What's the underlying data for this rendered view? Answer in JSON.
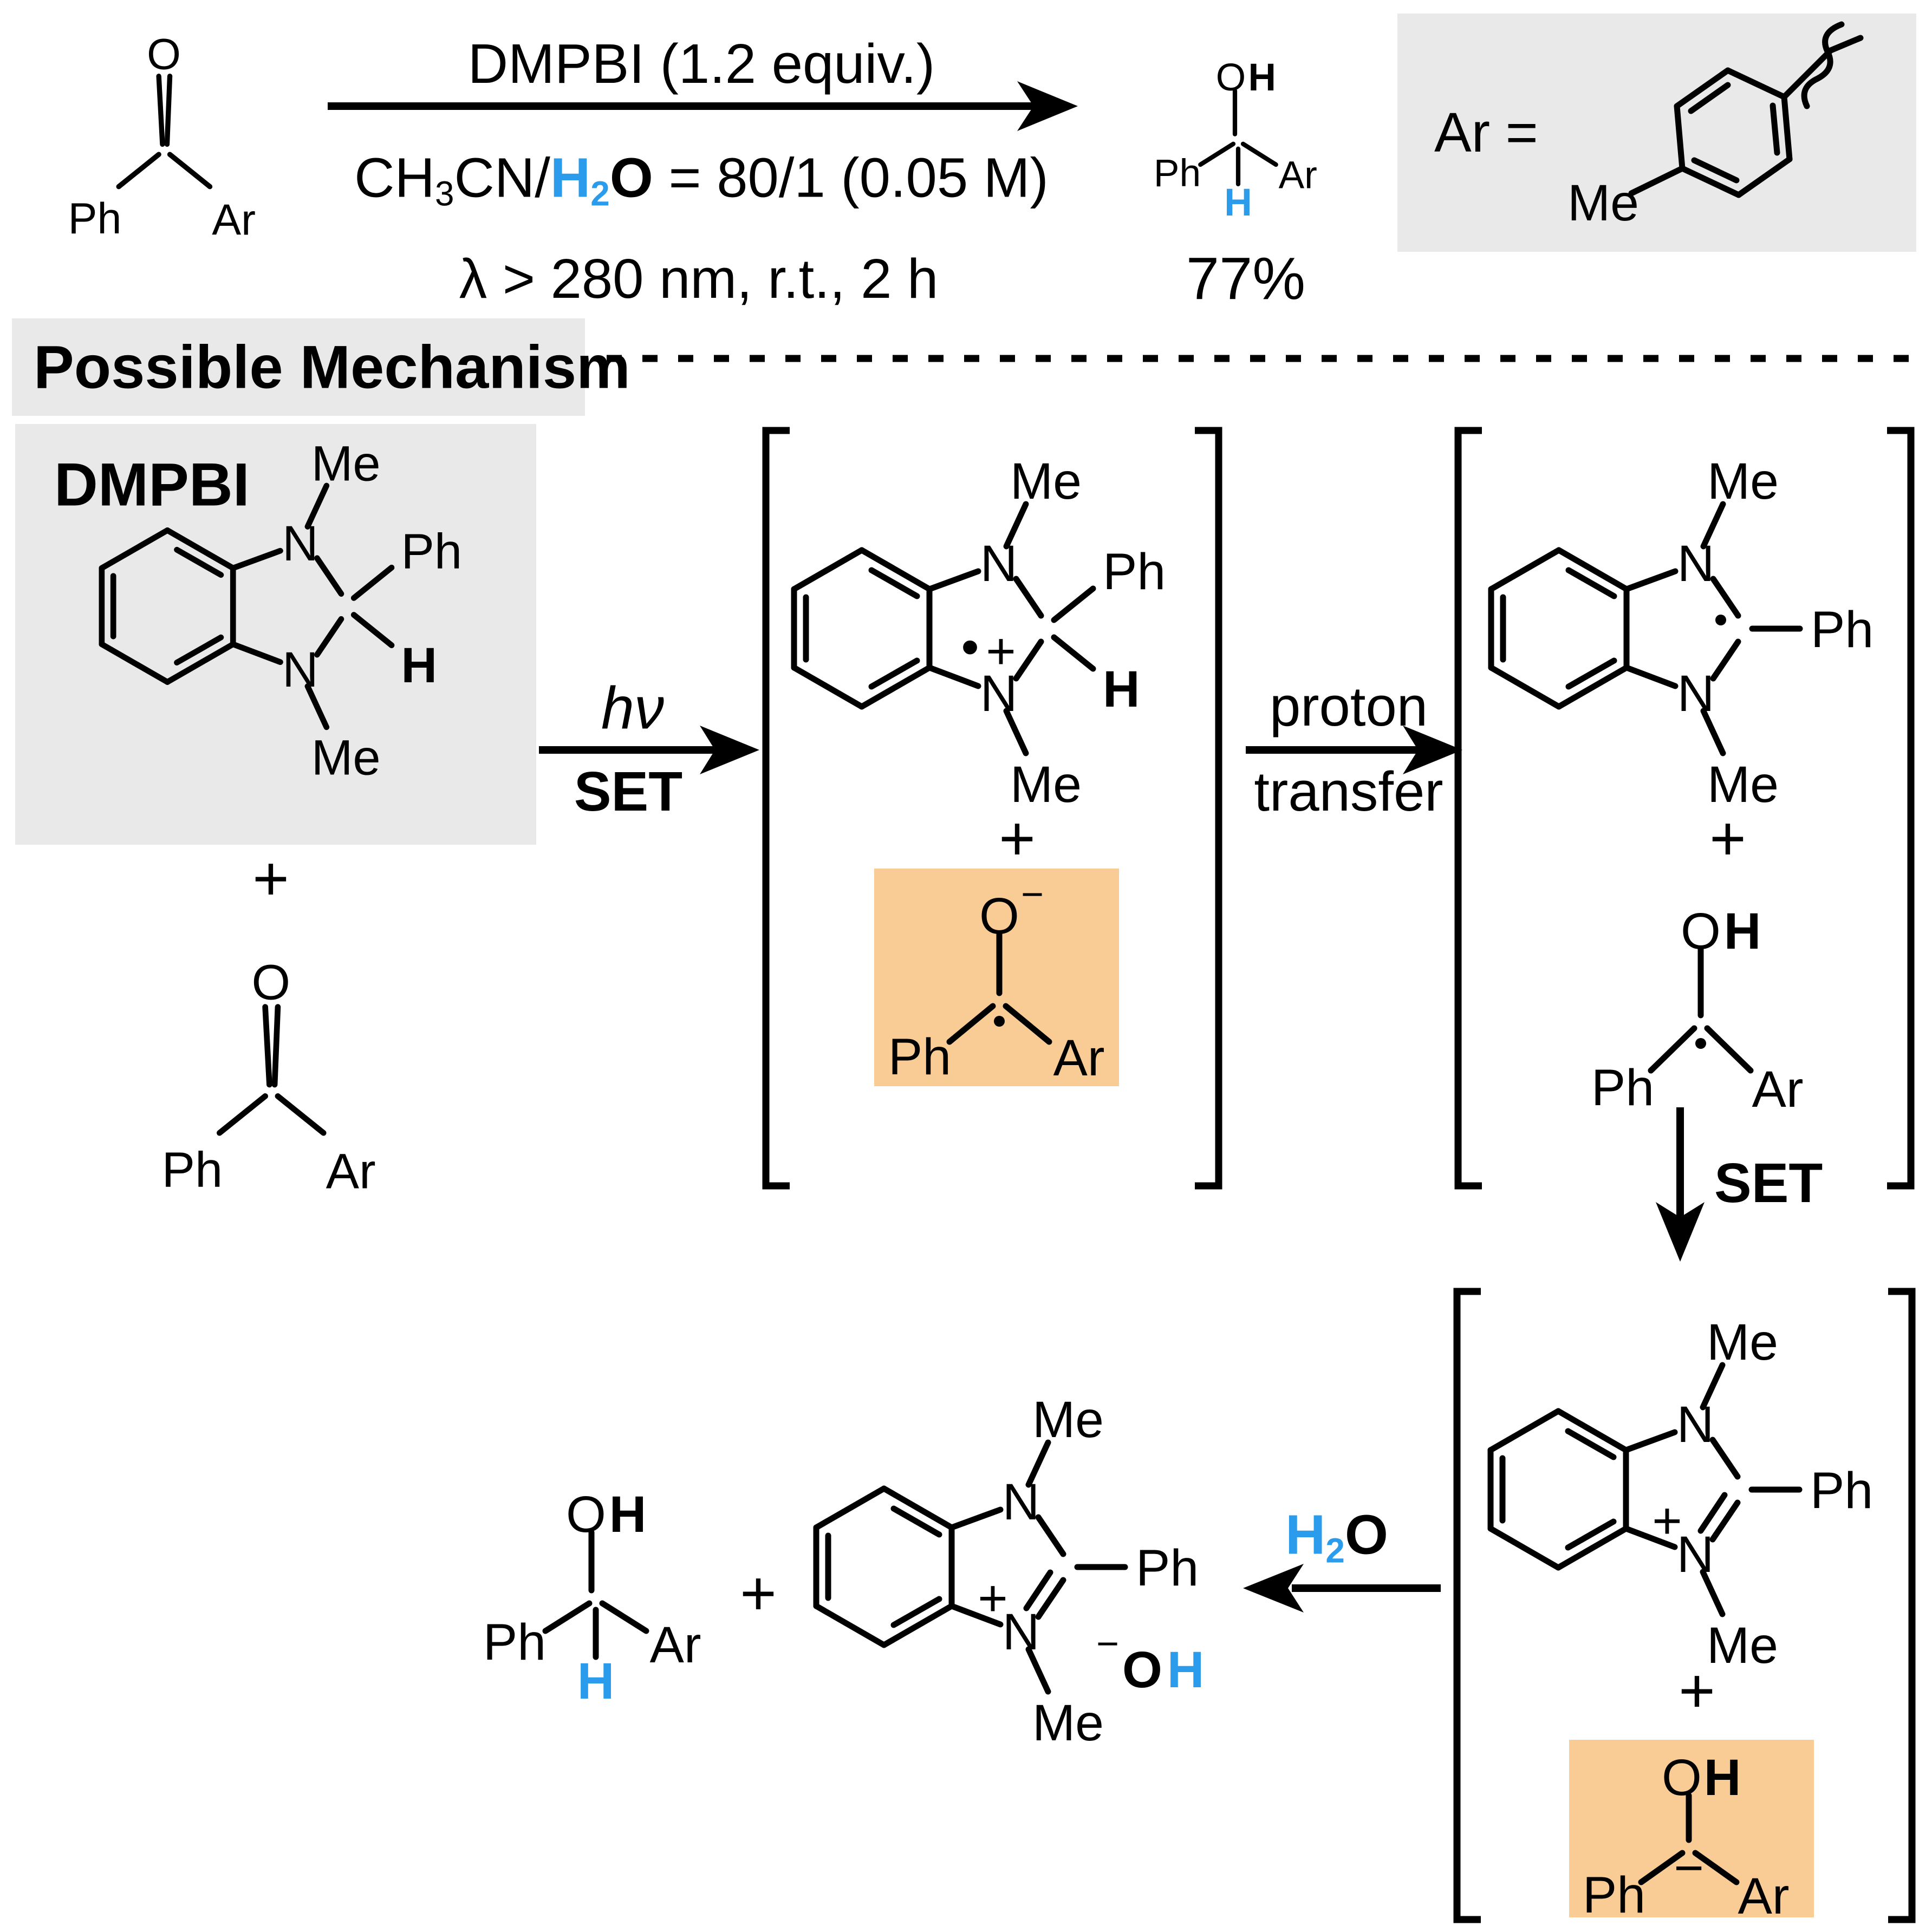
{
  "labels": {
    "O": "O",
    "H": "H",
    "N": "N",
    "Me": "Me",
    "Ph": "Ph",
    "Ar": "Ar",
    "plus": "+",
    "minus": "−",
    "dot": "•"
  },
  "top": {
    "reagent": "DMPBI (1.2 equiv.)",
    "solvent": {
      "pre": "CH",
      "sub3": "3",
      "mid": "CN/",
      "h": "H",
      "sub2": "2",
      "o": "O",
      "post": " = 80/1 (0.05 M)"
    },
    "conditions": "λ > 280 nm, r.t., 2 h",
    "yield": "77%",
    "ar_equals": "Ar ="
  },
  "mechanism": {
    "section_title": "Possible Mechanism",
    "dmpbi_name": "DMPBI",
    "hv": "hν",
    "set": "SET",
    "proton": "proton",
    "transfer": "transfer",
    "set2": "SET",
    "h2o": {
      "h": "H",
      "sub": "2",
      "o": "O"
    }
  },
  "colors": {
    "accent_blue": "#2B9CEB",
    "highlight_orange": "#FACC95",
    "box_gray": "#E9E9E9",
    "ink": "#000000"
  }
}
